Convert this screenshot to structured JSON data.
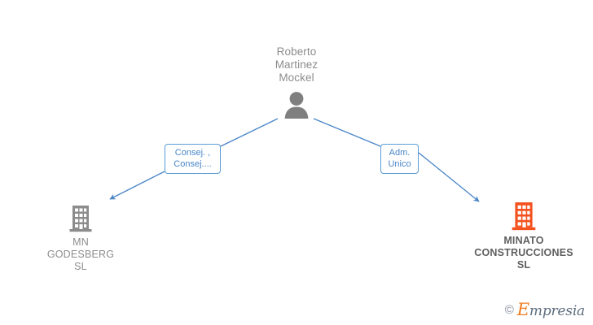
{
  "diagram": {
    "type": "org-relationship-graph",
    "background_color": "#ffffff",
    "person": {
      "name": "Roberto\nMartinez\nMockel",
      "icon": "person-silhouette-icon",
      "icon_color": "#7f7f7f"
    },
    "companies": [
      {
        "id": "mn-godesberg-sl",
        "name": "MN\nGODESBERG\nSL",
        "icon": "building-icon",
        "icon_color": "#8c8c8c",
        "text_color": "#8c8c8c",
        "emphasis": "normal"
      },
      {
        "id": "minato-construcciones-sl",
        "name": "MINATO\nCONSTRUCCIONES\nSL",
        "icon": "building-icon",
        "icon_color": "#f4511e",
        "text_color": "#5f5f5f",
        "emphasis": "bold"
      }
    ],
    "edges": [
      {
        "id": "edge-left",
        "from": "roberto-martinez-mockel",
        "to": "mn-godesberg-sl",
        "label": "Consej. ,\nConsej....",
        "color": "#4a86c8"
      },
      {
        "id": "edge-right",
        "from": "roberto-martinez-mockel",
        "to": "minato-construcciones-sl",
        "label": "Adm.\nUnico",
        "color": "#4a86c8"
      }
    ]
  },
  "watermark": {
    "copyright": "©",
    "brand_first_letter": "E",
    "brand_rest": "mpresia",
    "accent_color": "#ef7d22"
  }
}
